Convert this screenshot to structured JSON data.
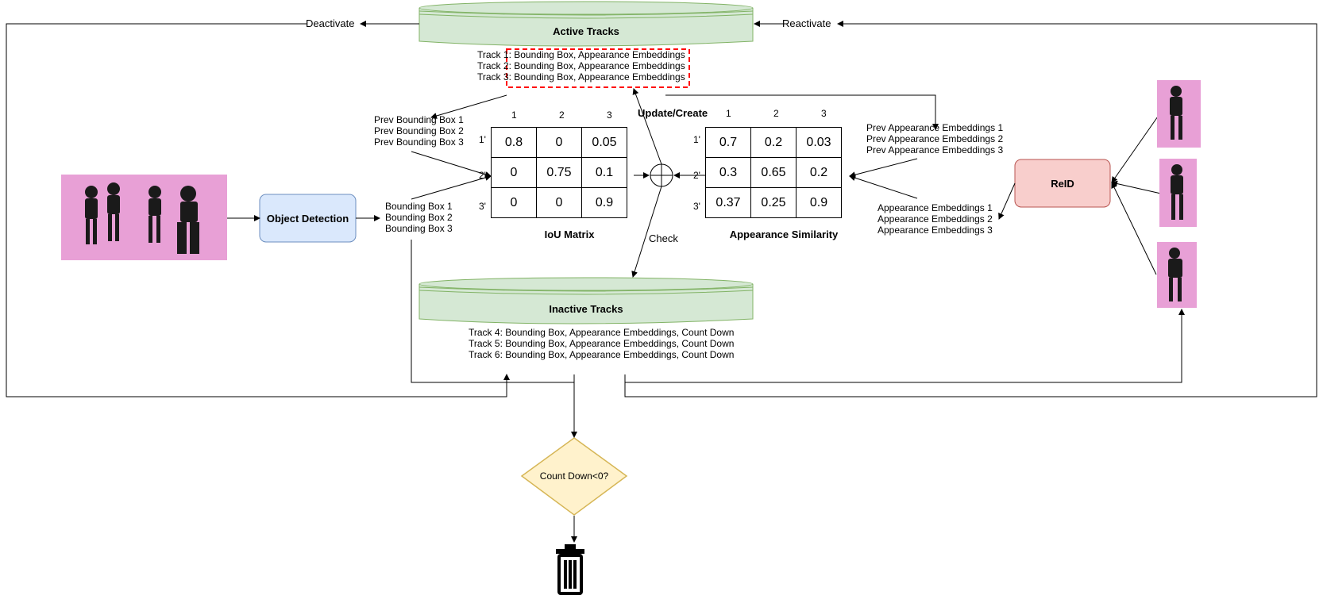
{
  "nodes": {
    "active_tracks": "Active Tracks",
    "inactive_tracks": "Inactive Tracks",
    "object_detection": "Object Detection",
    "reid": "ReID",
    "countdown_check": "Count Down<0?"
  },
  "edge_labels": {
    "deactivate": "Deactivate",
    "reactivate": "Reactivate",
    "update_create": "Update/Create",
    "check": "Check"
  },
  "active_track_lines": [
    "Track 1: Bounding Box, Appearance Embeddings",
    "Track 2: Bounding Box, Appearance Embeddings",
    "Track 3: Bounding Box, Appearance Embeddings"
  ],
  "inactive_track_lines": [
    "Track 4: Bounding Box, Appearance Embeddings, Count Down",
    "Track 5: Bounding Box, Appearance Embeddings, Count Down",
    "Track 6: Bounding Box, Appearance Embeddings, Count Down"
  ],
  "prev_bboxes": [
    "Prev Bounding Box 1",
    "Prev Bounding Box 2",
    "Prev Bounding Box 3"
  ],
  "bboxes": [
    "Bounding Box 1",
    "Bounding Box 2",
    "Bounding Box 3"
  ],
  "prev_embeddings": [
    "Prev Appearance Embeddings 1",
    "Prev Appearance Embeddings 2",
    "Prev Appearance Embeddings 3"
  ],
  "embeddings": [
    "Appearance Embeddings 1",
    "Appearance Embeddings 2",
    "Appearance Embeddings 3"
  ],
  "iou_matrix": {
    "title": "IoU Matrix",
    "col_headers": [
      "1",
      "2",
      "3"
    ],
    "row_headers": [
      "1'",
      "2'",
      "3'"
    ],
    "values": [
      [
        "0.8",
        "0",
        "0.05"
      ],
      [
        "0",
        "0.75",
        "0.1"
      ],
      [
        "0",
        "0",
        "0.9"
      ]
    ]
  },
  "appearance_matrix": {
    "title": "Appearance Similarity",
    "col_headers": [
      "1",
      "2",
      "3"
    ],
    "row_headers": [
      "1'",
      "2'",
      "3'"
    ],
    "values": [
      [
        "0.7",
        "0.2",
        "0.03"
      ],
      [
        "0.3",
        "0.65",
        "0.2"
      ],
      [
        "0.37",
        "0.25",
        "0.9"
      ]
    ]
  },
  "colors": {
    "db_fill": "#d5e8d4",
    "db_stroke": "#82b366",
    "detect_fill": "#dae8fc",
    "detect_stroke": "#6c8ebf",
    "reid_fill": "#f8cecc",
    "reid_stroke": "#b85450",
    "decision_fill": "#fff2cc",
    "decision_stroke": "#d6b656",
    "highlight": "#ff0000",
    "photo_bg": "#e8a0d6"
  }
}
